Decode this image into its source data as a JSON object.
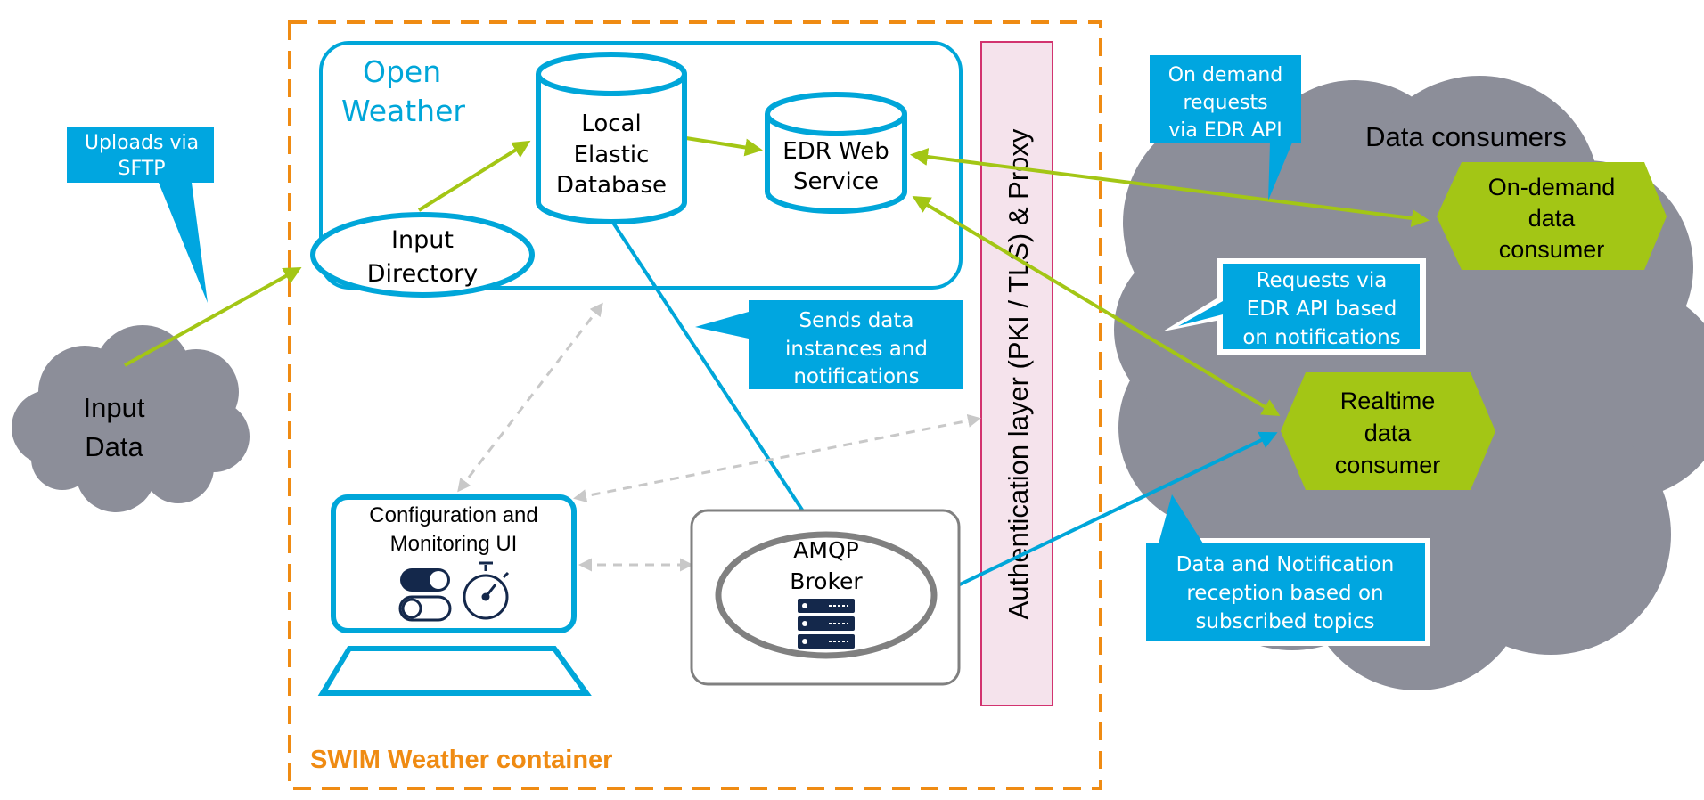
{
  "input_data": {
    "line1": "Input",
    "line2": "Data"
  },
  "uploads_callout": {
    "line1": "Uploads via",
    "line2": "SFTP"
  },
  "container": {
    "label": "SWIM Weather container"
  },
  "open_weather": {
    "line1": "Open",
    "line2": "Weather"
  },
  "input_directory": {
    "line1": "Input",
    "line2": "Directory"
  },
  "local_db": {
    "line1": "Local",
    "line2": "Elastic",
    "line3": "Database"
  },
  "edr_service": {
    "line1": "EDR Web",
    "line2": "Service"
  },
  "sends_callout": {
    "line1": "Sends data",
    "line2": "instances and",
    "line3": "notifications"
  },
  "config_ui": {
    "line1": "Configuration and",
    "line2": "Monitoring UI"
  },
  "amqp": {
    "line1": "AMQP",
    "line2": "Broker"
  },
  "auth_layer": {
    "label": "Authentication layer (PKI / TLS) & Proxy"
  },
  "on_demand_callout": {
    "line1": "On demand",
    "line2": "requests",
    "line3": "via EDR API"
  },
  "data_consumers": {
    "label": "Data consumers"
  },
  "on_demand_consumer": {
    "line1": "On-demand",
    "line2": "data",
    "line3": "consumer"
  },
  "requests_callout": {
    "line1": "Requests via",
    "line2": "EDR API based",
    "line3": "on notifications"
  },
  "realtime_consumer": {
    "line1": "Realtime",
    "line2": "data",
    "line3": "consumer"
  },
  "reception_callout": {
    "line1": "Data and Notification",
    "line2": "reception based on",
    "line3": "subscribed topics"
  },
  "colors": {
    "cyan": "#00a6d9",
    "callout": "#00a6e0",
    "lime": "#a3c615",
    "orange": "#ef8b13",
    "cloud": "#8c8e99",
    "dashed": "#c8c8c8",
    "navy": "#14284b",
    "auth_fill": "#f5e3ec",
    "auth_border": "#d2336f"
  }
}
